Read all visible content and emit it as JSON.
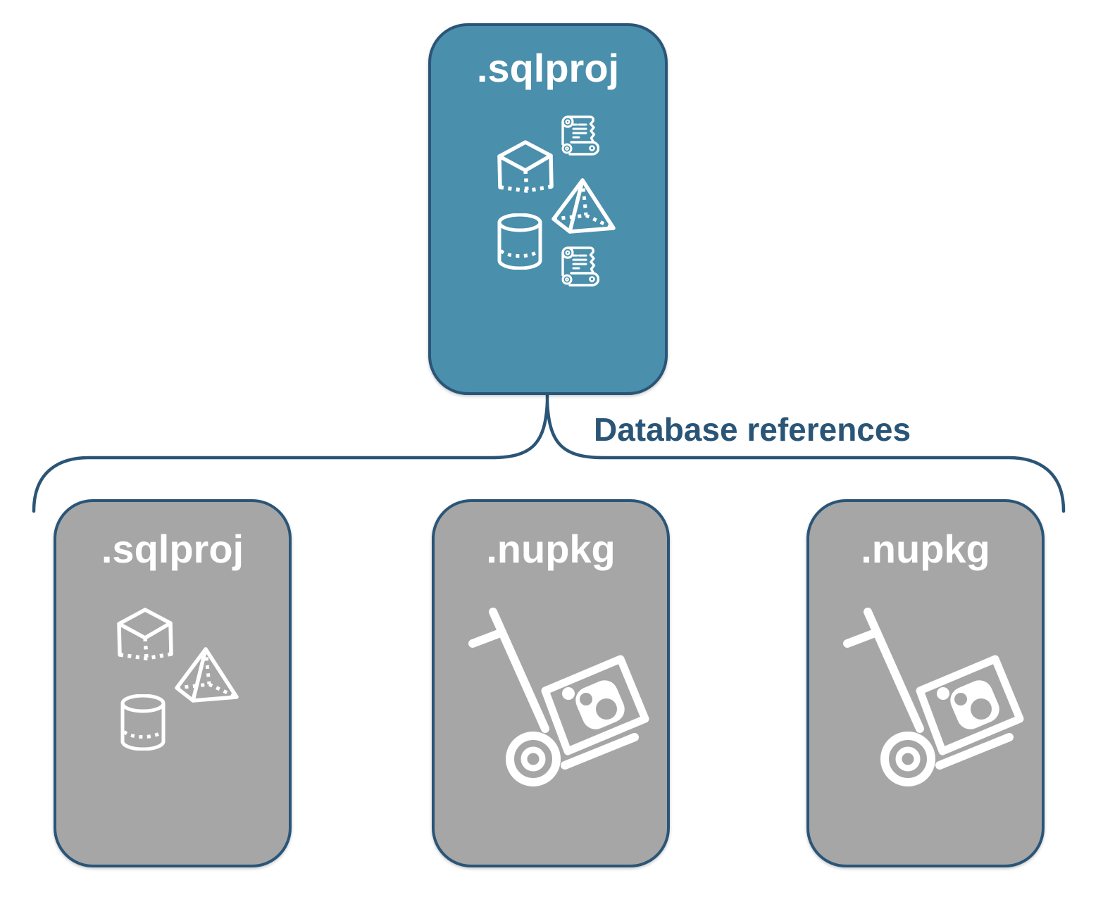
{
  "colors": {
    "accent_fill": "#4a8fac",
    "outline": "#2a5577",
    "label_text": "#2a5577",
    "gray_fill": "#a6a6a6",
    "icon_white": "#ffffff",
    "page_bg": "#ffffff"
  },
  "connector": {
    "label": "Database references"
  },
  "top_box": {
    "label": ".sqlproj",
    "icons": [
      "script-scroll-icon",
      "cube-icon",
      "pyramid-icon",
      "cylinder-icon",
      "script-scroll-icon"
    ]
  },
  "bottom_boxes": [
    {
      "label": ".sqlproj",
      "icons": [
        "cube-icon",
        "pyramid-icon",
        "cylinder-icon"
      ]
    },
    {
      "label": ".nupkg",
      "icons": [
        "package-dolly-icon"
      ]
    },
    {
      "label": ".nupkg",
      "icons": [
        "package-dolly-icon"
      ]
    }
  ]
}
